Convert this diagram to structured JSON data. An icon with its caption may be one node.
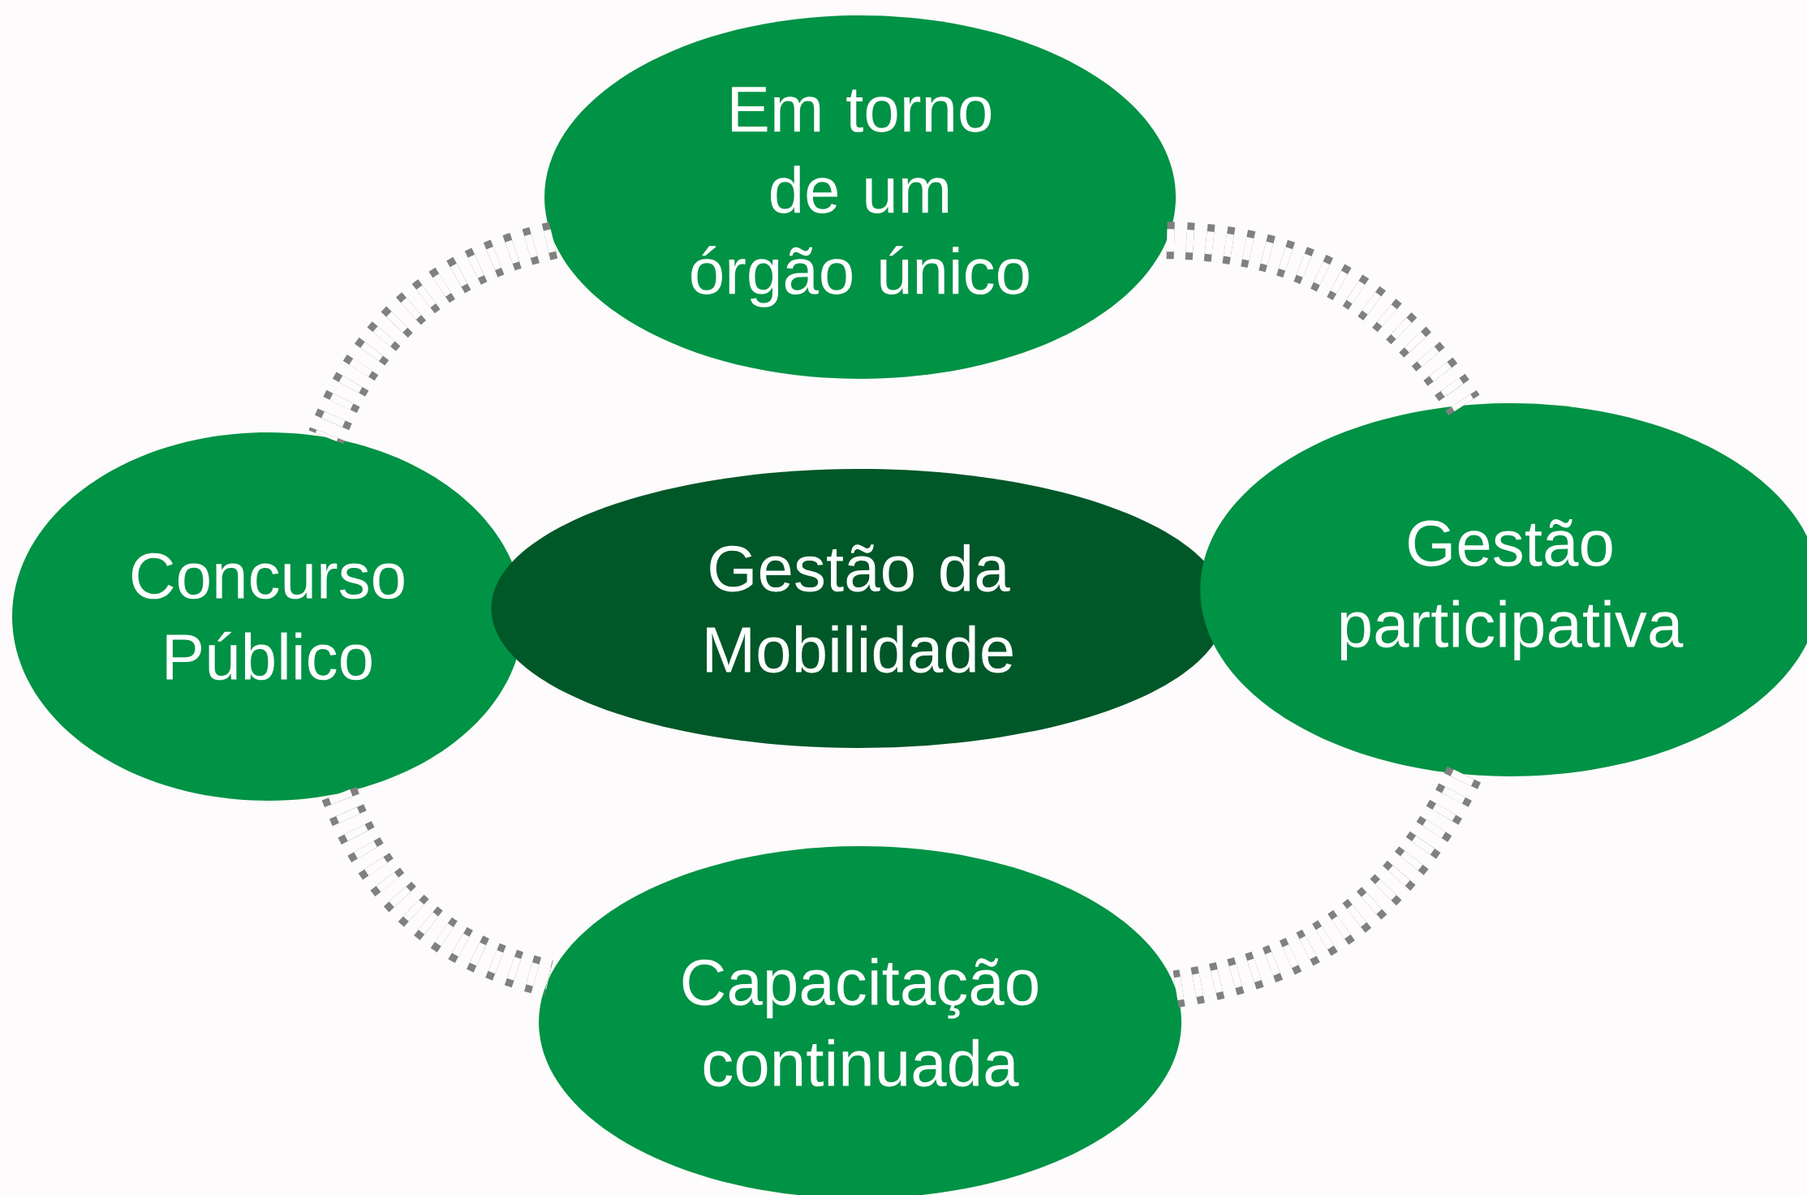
{
  "diagram": {
    "nodes": [
      {
        "text": [
          "Em torno de um órgão único"
        ]
      },
      {
        "text": [
          "Concurso Público"
        ]
      },
      {
        "text": [
          "Gestão da Mobilidade"
        ]
      },
      {
        "text": [
          "Gestão participativa"
        ]
      },
      {
        "text": [
          "Capacitação continuada"
        ]
      }
    ],
    "edges": [
      {
        "from": 0,
        "to": 1,
        "arrow": "none",
        "style": "dashed"
      },
      {
        "from": 0,
        "to": 3,
        "arrow": "none",
        "style": "dashed"
      },
      {
        "from": 3,
        "to": 4,
        "arrow": "none",
        "style": "dashed"
      },
      {
        "from": 1,
        "to": 4,
        "arrow": "none",
        "style": "dashed"
      }
    ]
  }
}
